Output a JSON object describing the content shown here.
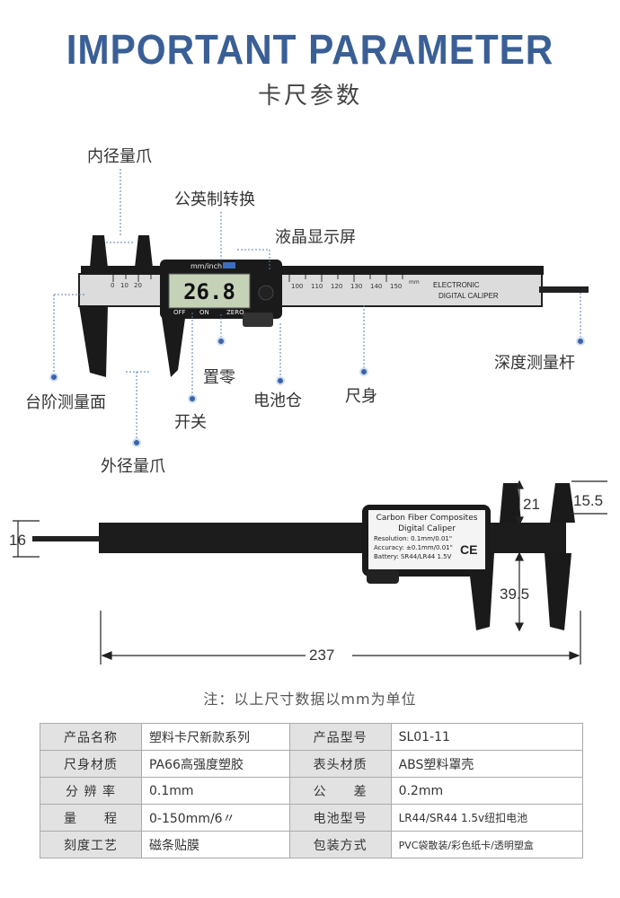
{
  "title": "IMPORTANT PARAMETER",
  "subtitle": "卡尺参数",
  "caliper_front": {
    "screen_value": "26.8",
    "unit_button": "mm/inch",
    "off_label": "OFF",
    "on_label": "ON",
    "zero_label": "ZERO",
    "brand_line1": "ELECTRONIC",
    "brand_line2": "DIGITAL CALIPER",
    "scale_top": [
      "0",
      "10",
      "20"
    ],
    "scale_bottom": [
      "100",
      "110",
      "120",
      "130",
      "140",
      "150"
    ],
    "scale_unit": "mm"
  },
  "labels": {
    "inner_jaw": "内径量爪",
    "unit_switch": "公英制转换",
    "lcd": "液晶显示屏",
    "depth_rod": "深度测量杆",
    "step_face": "台阶测量面",
    "power": "开关",
    "zero": "置零",
    "battery": "电池仓",
    "body": "尺身",
    "outer_jaw": "外径量爪"
  },
  "caliper_back": {
    "head_line1": "Carbon Fiber Composites",
    "head_line2": "Digital Caliper",
    "head_line3": "Resolution: 0.1mm/0.01\"",
    "head_line4": "Accuracy: ±0.1mm/0.01\"",
    "head_line5": "Battery: SR44/LR44 1.5V",
    "ce_mark": "CE"
  },
  "dimensions": {
    "d16": "16",
    "d21": "21",
    "d155": "15.5",
    "d395": "39.5",
    "d237": "237"
  },
  "note": "注：以上尺寸数据以mm为单位",
  "spec_rows": [
    {
      "k1": "产品名称",
      "v1": "塑料卡尺新款系列",
      "k2": "产品型号",
      "v2": "SL01-11"
    },
    {
      "k1": "尺身材质",
      "v1": "PA66高强度塑胶",
      "k2": "表头材质",
      "v2": "ABS塑料罩壳"
    },
    {
      "k1": "分 辨 率",
      "v1": "0.1mm",
      "k2": "公　　差",
      "v2": "0.2mm"
    },
    {
      "k1": "量　　程",
      "v1": "0-150mm/6〃",
      "k2": "电池型号",
      "v2": "LR44/SR44  1.5v纽扣电池"
    },
    {
      "k1": "刻度工艺",
      "v1": "磁条贴膜",
      "k2": "包装方式",
      "v2": "PVC袋散装/彩色纸卡/透明塑盒"
    }
  ]
}
